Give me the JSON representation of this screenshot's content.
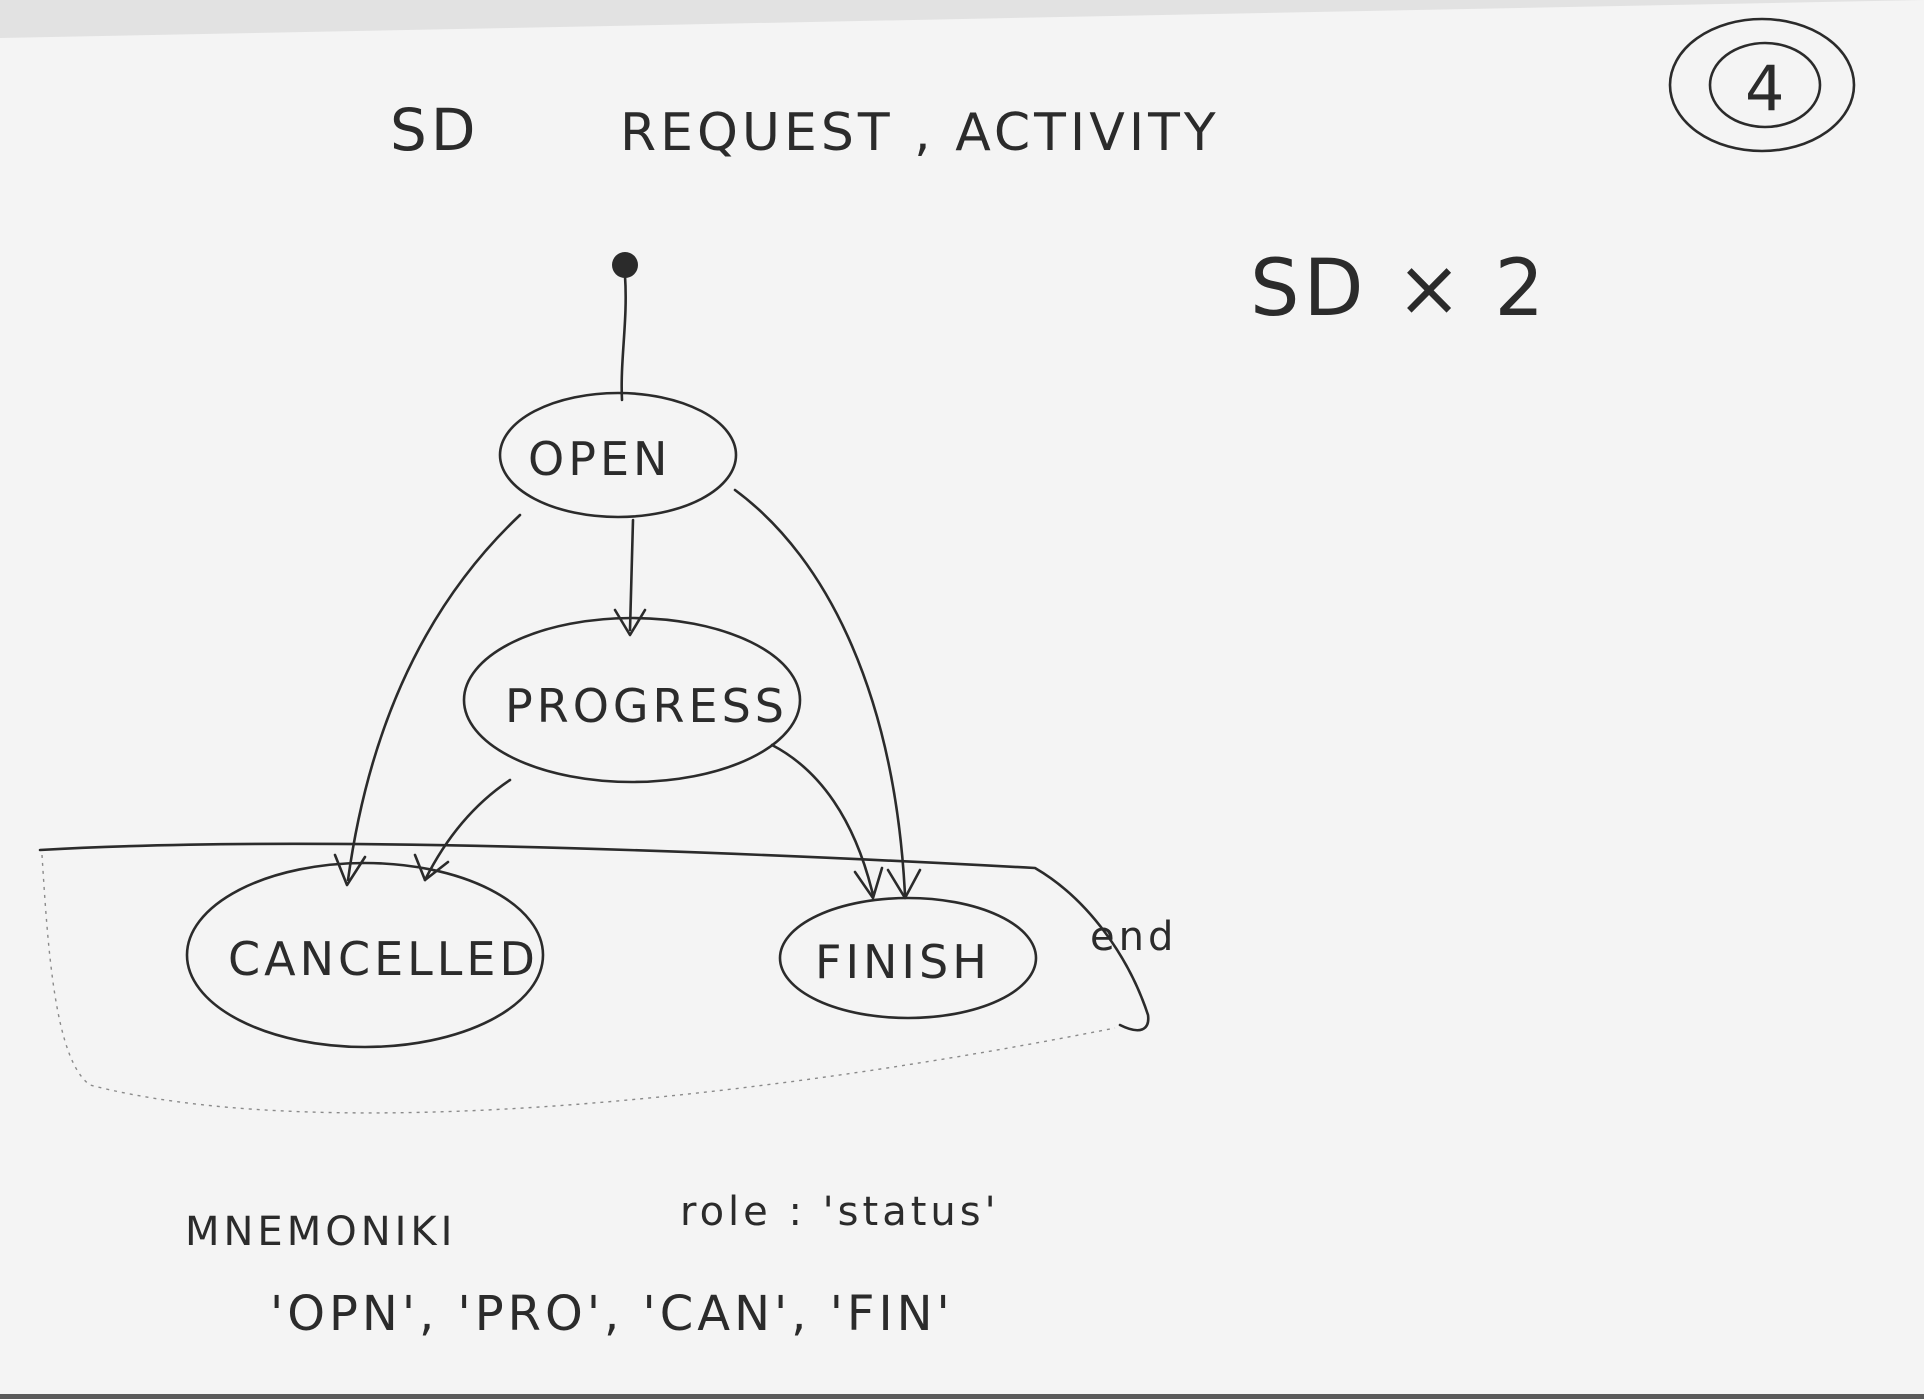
{
  "header": {
    "title_left": "SD",
    "title_right": "REQUEST , ACTIVITY",
    "page_number": "4",
    "multiplier": "SD × 2"
  },
  "states": {
    "open": "OPEN",
    "progress": "PROGRESS",
    "cancelled": "CANCELLED",
    "finish": "FINISH"
  },
  "end_group_label": "end",
  "notes": {
    "mnemonics_label": "MNEMONIKI",
    "role": "role : 'status'",
    "codes": "'OPN', 'PRO', 'CAN', 'FIN'"
  }
}
